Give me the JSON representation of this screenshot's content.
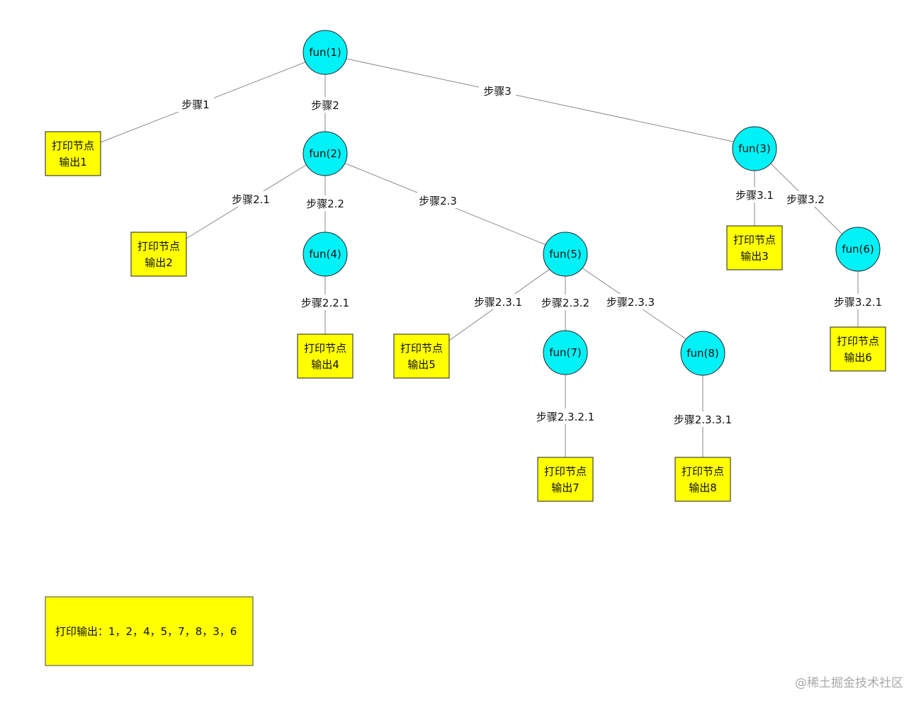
{
  "nodes": {
    "f1": "fun(1)",
    "f2": "fun(2)",
    "f3": "fun(3)",
    "f4": "fun(4)",
    "f5": "fun(5)",
    "f6": "fun(6)",
    "f7": "fun(7)",
    "f8": "fun(8)"
  },
  "prints": {
    "p1": {
      "line1": "打印节点",
      "line2": "输出1"
    },
    "p2": {
      "line1": "打印节点",
      "line2": "输出2"
    },
    "p3": {
      "line1": "打印节点",
      "line2": "输出3"
    },
    "p4": {
      "line1": "打印节点",
      "line2": "输出4"
    },
    "p5": {
      "line1": "打印节点",
      "line2": "输出5"
    },
    "p6": {
      "line1": "打印节点",
      "line2": "输出6"
    },
    "p7": {
      "line1": "打印节点",
      "line2": "输出7"
    },
    "p8": {
      "line1": "打印节点",
      "line2": "输出8"
    }
  },
  "steps": {
    "s1": "步骤1",
    "s2": "步骤2",
    "s3": "步骤3",
    "s2_1": "步骤2.1",
    "s2_2": "步骤2.2",
    "s2_3": "步骤2.3",
    "s2_2_1": "步骤2.2.1",
    "s2_3_1": "步骤2.3.1",
    "s2_3_2": "步骤2.3.2",
    "s2_3_3": "步骤2.3.3",
    "s2_3_2_1": "步骤2.3.2.1",
    "s2_3_3_1": "步骤2.3.3.1",
    "s3_1": "步骤3.1",
    "s3_2": "步骤3.2",
    "s3_2_1": "步骤3.2.1"
  },
  "summary": "打印输出：1，2，4，5，7，8，3，6",
  "watermark": "@稀土掘金技术社区",
  "colors": {
    "node_fill": "#00f2f7",
    "print_fill": "#ffff00",
    "edge": "#8a8a8a"
  }
}
